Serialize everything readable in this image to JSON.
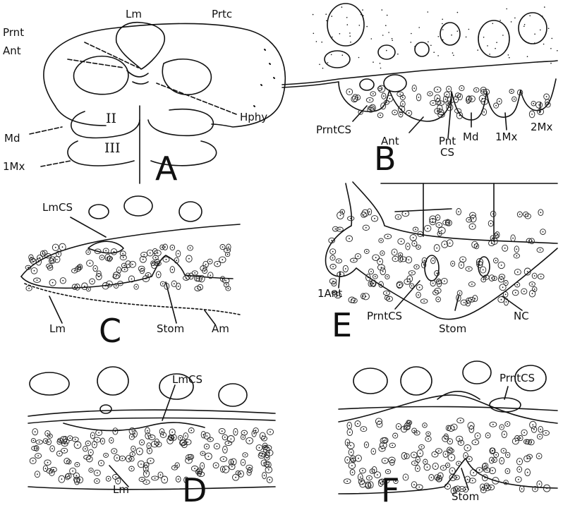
{
  "panel_letters": [
    "A",
    "B",
    "C",
    "D",
    "E",
    "F"
  ],
  "panel_a": {
    "labels": {
      "lm": "Lm",
      "prtc": "Prtc",
      "prnt": "Prnt",
      "ant": "Ant",
      "hphy": "Hphy",
      "md": "Md",
      "mx1": "1Mx"
    },
    "roman": [
      "II",
      "III"
    ]
  },
  "panel_b": {
    "labels": {
      "prntcs": "PrntCS",
      "ant": "Ant",
      "pntcs": "Pnt CS",
      "md": "Md",
      "mx1": "1Mx",
      "mx2": "2Mx"
    }
  },
  "panel_c": {
    "labels": {
      "lmcs": "LmCS",
      "lm": "Lm",
      "stom": "Stom",
      "am": "Am"
    }
  },
  "panel_d": {
    "labels": {
      "lmcs": "LmCS",
      "lm": "Lm"
    }
  },
  "panel_e": {
    "labels": {
      "ant1": "1Ant",
      "prntcs": "PrntCS",
      "stom": "Stom",
      "nc": "NC"
    }
  },
  "panel_f": {
    "labels": {
      "prntcs": "PrntCS",
      "stom": "Stom"
    }
  }
}
